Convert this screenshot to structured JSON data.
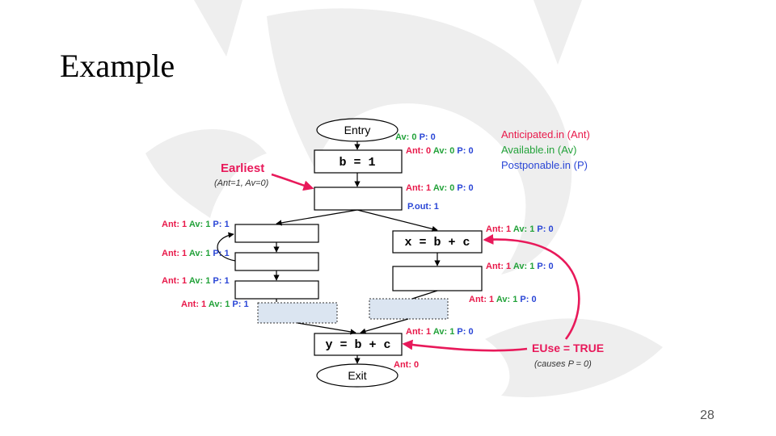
{
  "slide": {
    "title": "Example",
    "page_number": "28"
  },
  "nodes": {
    "entry": "Entry",
    "exit": "Exit",
    "b_assign": "b = 1",
    "x_assign": "x = b + c",
    "y_assign": "y = b + c"
  },
  "legend": {
    "anticipated": "Anticipated.in (Ant)",
    "available": "Available.in (Av)",
    "postponable": "Postponable.in (P)"
  },
  "earliest": {
    "title": "Earliest",
    "note": "(Ant=1, Av=0)"
  },
  "euse": {
    "title": "EUse = TRUE",
    "note": "(causes P = 0)"
  },
  "annotations": [
    {
      "ant": "",
      "av": "Av: 0",
      "p": "P: 0"
    },
    {
      "ant": "Ant: 0",
      "av": "Av: 0",
      "p": "P: 0"
    },
    {
      "ant": "Ant: 1",
      "av": "Av: 0",
      "p": "P: 0"
    },
    {
      "ant": "",
      "av": "",
      "p": "P.out: 1"
    },
    {
      "ant": "Ant: 1",
      "av": "Av: 1",
      "p": "P: 1"
    },
    {
      "ant": "Ant: 1",
      "av": "Av: 1",
      "p": "P: 1"
    },
    {
      "ant": "Ant: 1",
      "av": "Av: 1",
      "p": "P: 1"
    },
    {
      "ant": "Ant: 1",
      "av": "Av: 1",
      "p": "P: 1"
    },
    {
      "ant": "Ant: 1",
      "av": "Av: 1",
      "p": "P: 0"
    },
    {
      "ant": "Ant: 1",
      "av": "Av: 1",
      "p": "P: 0"
    },
    {
      "ant": "Ant: 1",
      "av": "Av: 1",
      "p": "P: 0"
    },
    {
      "ant": "Ant: 1",
      "av": "Av: 1",
      "p": "P: 0"
    },
    {
      "ant": "Ant: 0",
      "av": "",
      "p": ""
    }
  ],
  "colors": {
    "ant": "#e8194a",
    "av": "#23a23a",
    "p": "#2a46d6",
    "pointer": "#e8195a"
  }
}
